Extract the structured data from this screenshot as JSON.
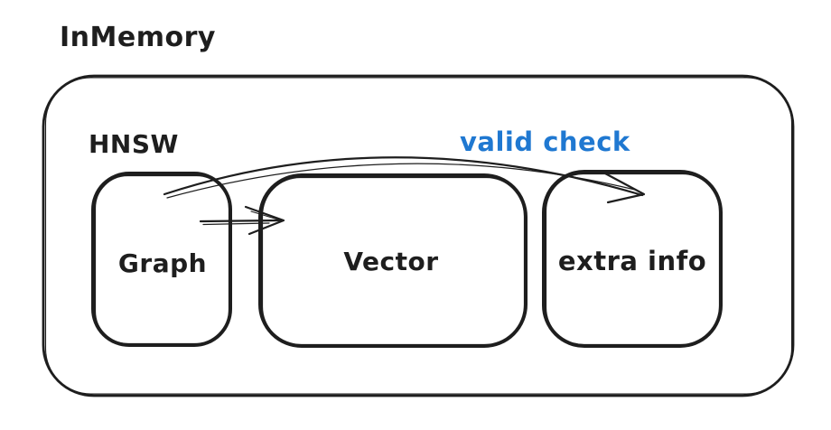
{
  "diagram": {
    "title": "InMemory",
    "colors": {
      "stroke": "#1e1e1e",
      "accent_blue": "#1f78d1",
      "background": "#ffffff"
    },
    "outer_container": {
      "label": "HNSW"
    },
    "boxes": [
      {
        "label": "Graph"
      },
      {
        "label": "Vector"
      },
      {
        "label": "extra info"
      }
    ],
    "arrows": [
      {
        "from": "Graph",
        "to": "Vector",
        "label": ""
      },
      {
        "from": "Graph",
        "to": "extra info",
        "label": "valid check"
      }
    ]
  }
}
